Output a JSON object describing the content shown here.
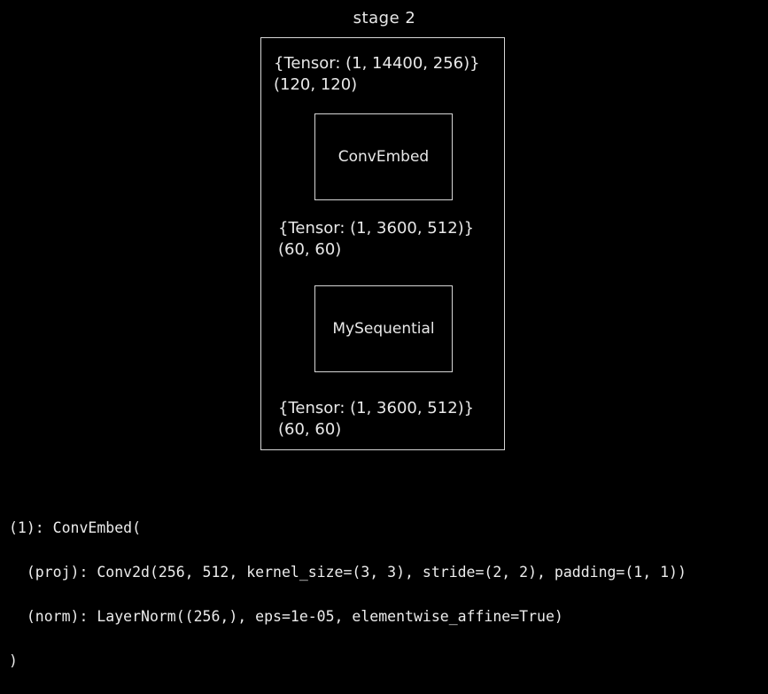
{
  "stage": {
    "title": "stage 2"
  },
  "input_tensor": {
    "shape": "{Tensor: (1, 14400, 256)}",
    "resolution": "(120, 120)"
  },
  "block1": {
    "label": "ConvEmbed"
  },
  "mid_tensor": {
    "shape": "{Tensor: (1, 3600, 512)}",
    "resolution": "(60, 60)"
  },
  "block2": {
    "label": "MySequential"
  },
  "output_tensor": {
    "shape": "{Tensor: (1, 3600, 512)}",
    "resolution": "(60, 60)"
  },
  "code": {
    "lines": [
      "(1): ConvEmbed(",
      "  (proj): Conv2d(256, 512, kernel_size=(3, 3), stride=(2, 2), padding=(1, 1))",
      "  (norm): LayerNorm((256,), eps=1e-05, elementwise_affine=True)",
      ")"
    ]
  }
}
